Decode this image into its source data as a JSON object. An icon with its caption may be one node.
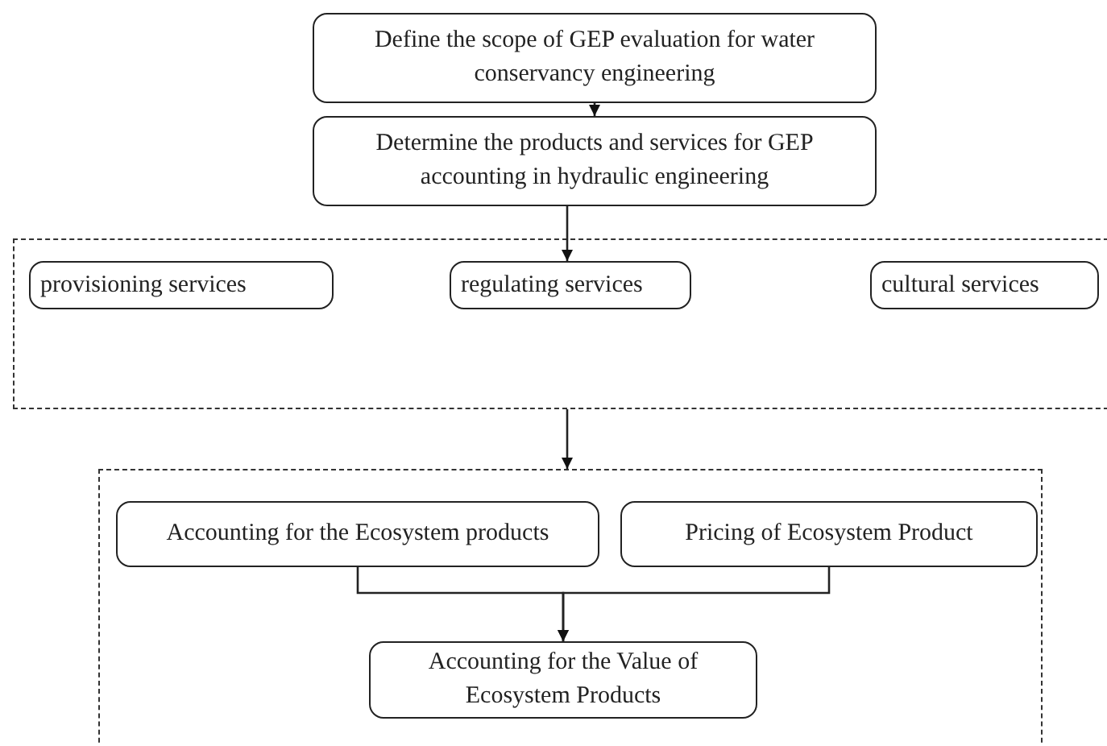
{
  "diagram": {
    "nodes": [
      {
        "text": [
          "Define the scope of GEP evaluation for water conservancy engineering"
        ]
      },
      {
        "text": [
          "Determine the products and services for GEP accounting in hydraulic engineering"
        ]
      },
      {
        "text": [],
        "shape": "box"
      },
      {
        "text": [
          "provisioning services"
        ],
        "in": 2
      },
      {
        "text": [
          "regulating services"
        ],
        "in": 2
      },
      {
        "text": [
          "cultural services"
        ],
        "in": 2
      },
      {
        "text": [],
        "shape": "box"
      },
      {
        "text": [
          "Accounting for the Ecosystem products"
        ],
        "in": 6
      },
      {
        "text": [
          "Pricing of Ecosystem Product"
        ],
        "in": 6
      },
      {
        "text": [
          "Accounting for the Value of Ecosystem Products"
        ],
        "in": 6
      }
    ],
    "edges": [
      {
        "from": 0,
        "to": 1,
        "arrow": "to"
      },
      {
        "from": 1,
        "to": 4,
        "arrow": "to"
      },
      {
        "from": 2,
        "to": 6,
        "arrow": "to"
      },
      {
        "from": 7,
        "to": 9,
        "arrow": "to"
      },
      {
        "from": 8,
        "to": 9,
        "arrow": "to"
      }
    ]
  }
}
